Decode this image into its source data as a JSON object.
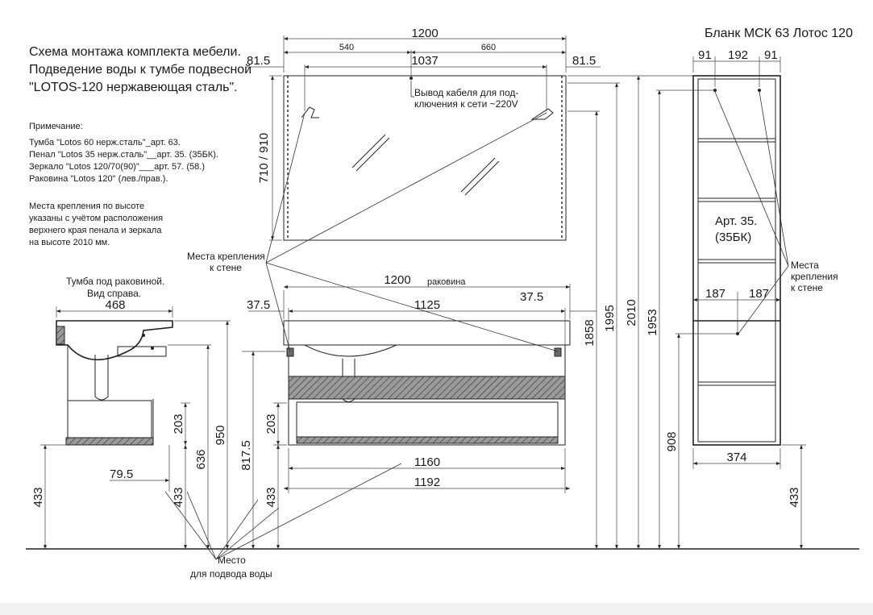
{
  "header": {
    "form_code": "Бланк МСК 63 Лотос 120",
    "title_lines": [
      "Схема монтажа комплекта мебели.",
      "Подведение воды к тумбе подвесной",
      "\"LOTOS-120 нержавеющая сталь\"."
    ]
  },
  "note": {
    "heading": "Примечание:",
    "items": [
      "Тумба \"Lotos 60 нерж.сталь\"_арт. 63.",
      "Пенал \"Lotos 35 нерж.сталь\"__арт. 35. (35БК).",
      "Зеркало \"Lotos 120/70(90)\"___арт. 57. (58.)",
      "Раковина \"Lotos 120\" (лев./прав.)."
    ],
    "mount_text": [
      "Места крепления по высоте",
      "указаны с учётом расположения",
      "верхнего края пенала и зеркала",
      "на высоте 2010 мм."
    ]
  },
  "labels": {
    "side_view": [
      "Тумба под раковиной.",
      "Вид справа."
    ],
    "mount_wall": [
      "Места крепления",
      "к стене"
    ],
    "mount_wall_right": [
      "Места",
      "крепления",
      "к стене"
    ],
    "cable": [
      "Вывод кабеля для под-",
      "ключения к сети ~220V"
    ],
    "water": [
      "Место",
      "для подвода воды"
    ],
    "sink_suffix": "раковина",
    "art": [
      "Арт. 35.",
      "(35БК)"
    ]
  },
  "dims": {
    "mirror_width": "1200",
    "mirror_left_part": "540",
    "mirror_right_part": "660",
    "mirror_offset_left": "81.5",
    "mirror_offset_right": "81.5",
    "mirror_mount_span": "1037",
    "mirror_height": "710 / 910",
    "sink_width": "1200",
    "sink_offset_left": "37.5",
    "sink_offset_right": "37.5",
    "sink_span": "1125",
    "cabinet_inner": "1160",
    "cabinet_outer": "1192",
    "side_depth": "468",
    "side_79": "79.5",
    "h_433_left": "433",
    "h_433_mid": "433",
    "h_433_center": "433",
    "h_433_right": "433",
    "h_203_side": "203",
    "h_203_front": "203",
    "h_636": "636",
    "h_950": "950",
    "h_817": "817.5",
    "h_1858": "1858",
    "h_1995": "1995",
    "h_2010": "2010",
    "h_1953": "1953",
    "h_908": "908",
    "pen_91_left": "91",
    "pen_192": "192",
    "pen_91_right": "91",
    "pen_187_left": "187",
    "pen_187_right": "187",
    "pen_width": "374"
  }
}
